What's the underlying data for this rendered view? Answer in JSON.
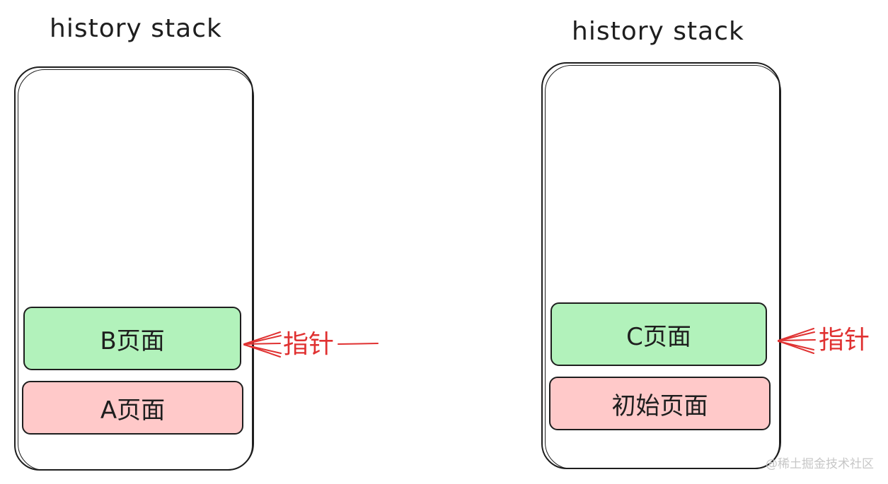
{
  "left_diagram": {
    "title": "history stack",
    "frames": [
      {
        "label": "B页面",
        "color": "#b2f2bb"
      },
      {
        "label": "A页面",
        "color": "#ffc9c9"
      }
    ],
    "pointer": "指针"
  },
  "right_diagram": {
    "title": "history stack",
    "frames": [
      {
        "label": "C页面",
        "color": "#b2f2bb"
      },
      {
        "label": "初始页面",
        "color": "#ffc9c9"
      }
    ],
    "pointer": "指针"
  },
  "colors": {
    "stroke": "#1e1e1e",
    "pointer": "#e03131",
    "current_frame": "#b2f2bb",
    "previous_frame": "#ffc9c9"
  },
  "watermark": "@稀土掘金技术社区"
}
